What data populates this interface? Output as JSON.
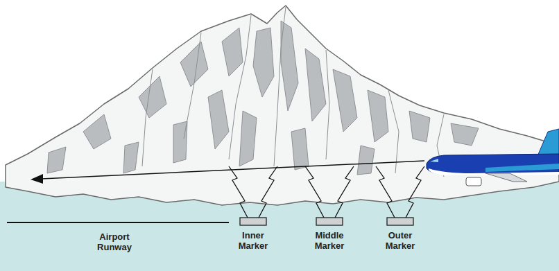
{
  "diagram": {
    "labels": [
      "Airport Runway",
      "Inner Marker",
      "Middle Marker",
      "Outer Marker"
    ]
  }
}
